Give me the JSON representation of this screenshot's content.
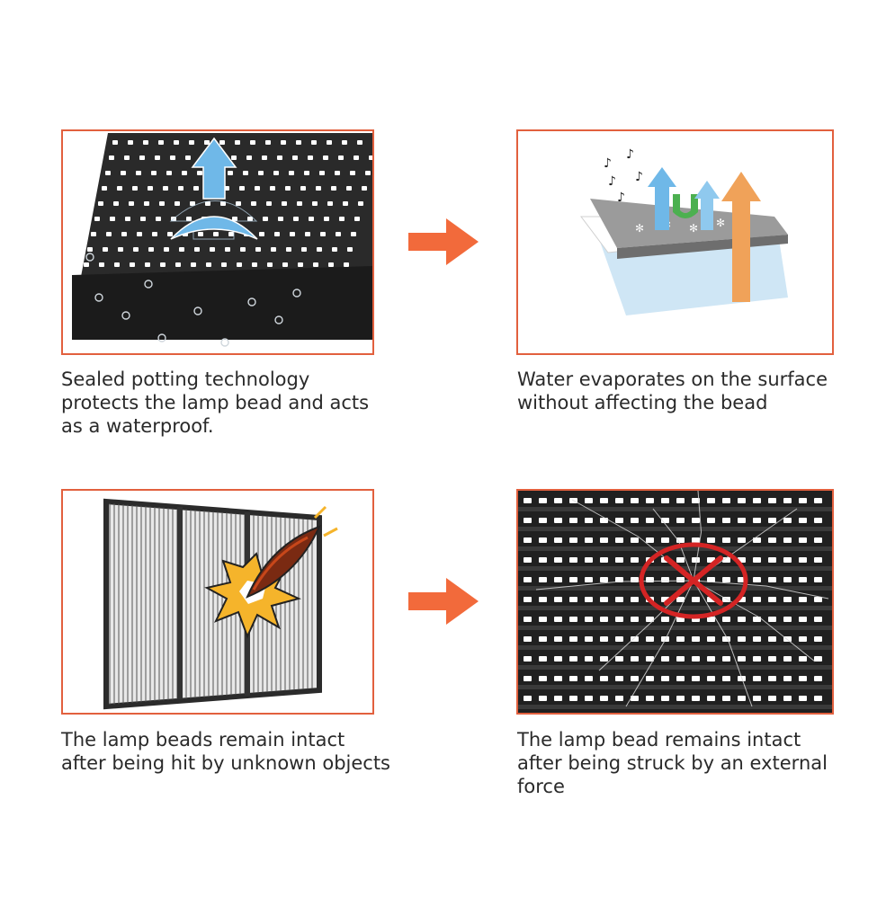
{
  "colors": {
    "frame_border": "#e2603e",
    "arrow": "#f26a3b",
    "text": "#2a2a2a",
    "panel": "#1f1f1f",
    "bead": "#ffffff"
  },
  "panels": [
    {
      "id": "sealed-potting",
      "image": "panel-with-water-droplets-and-up-arrow",
      "caption_lines": [
        "Sealed potting technology",
        "protects the lamp bead and acts",
        "as a waterproof."
      ]
    },
    {
      "id": "water-evaporates",
      "image": "layered-film-with-evaporation-arrows",
      "caption_lines": [
        "Water evaporates on the surface",
        "without affecting the bead"
      ]
    },
    {
      "id": "hit-by-objects",
      "image": "transparent-screen-hit-by-projectile",
      "caption_lines": [
        "The lamp beads remain intact",
        "after being hit by unknown objects"
      ]
    },
    {
      "id": "external-force",
      "image": "cracked-panel-with-red-cross",
      "caption_lines": [
        "The lamp bead remains intact",
        "after being struck by an external",
        "force"
      ]
    }
  ],
  "arrows": [
    "right-arrow-icon",
    "right-arrow-icon"
  ]
}
